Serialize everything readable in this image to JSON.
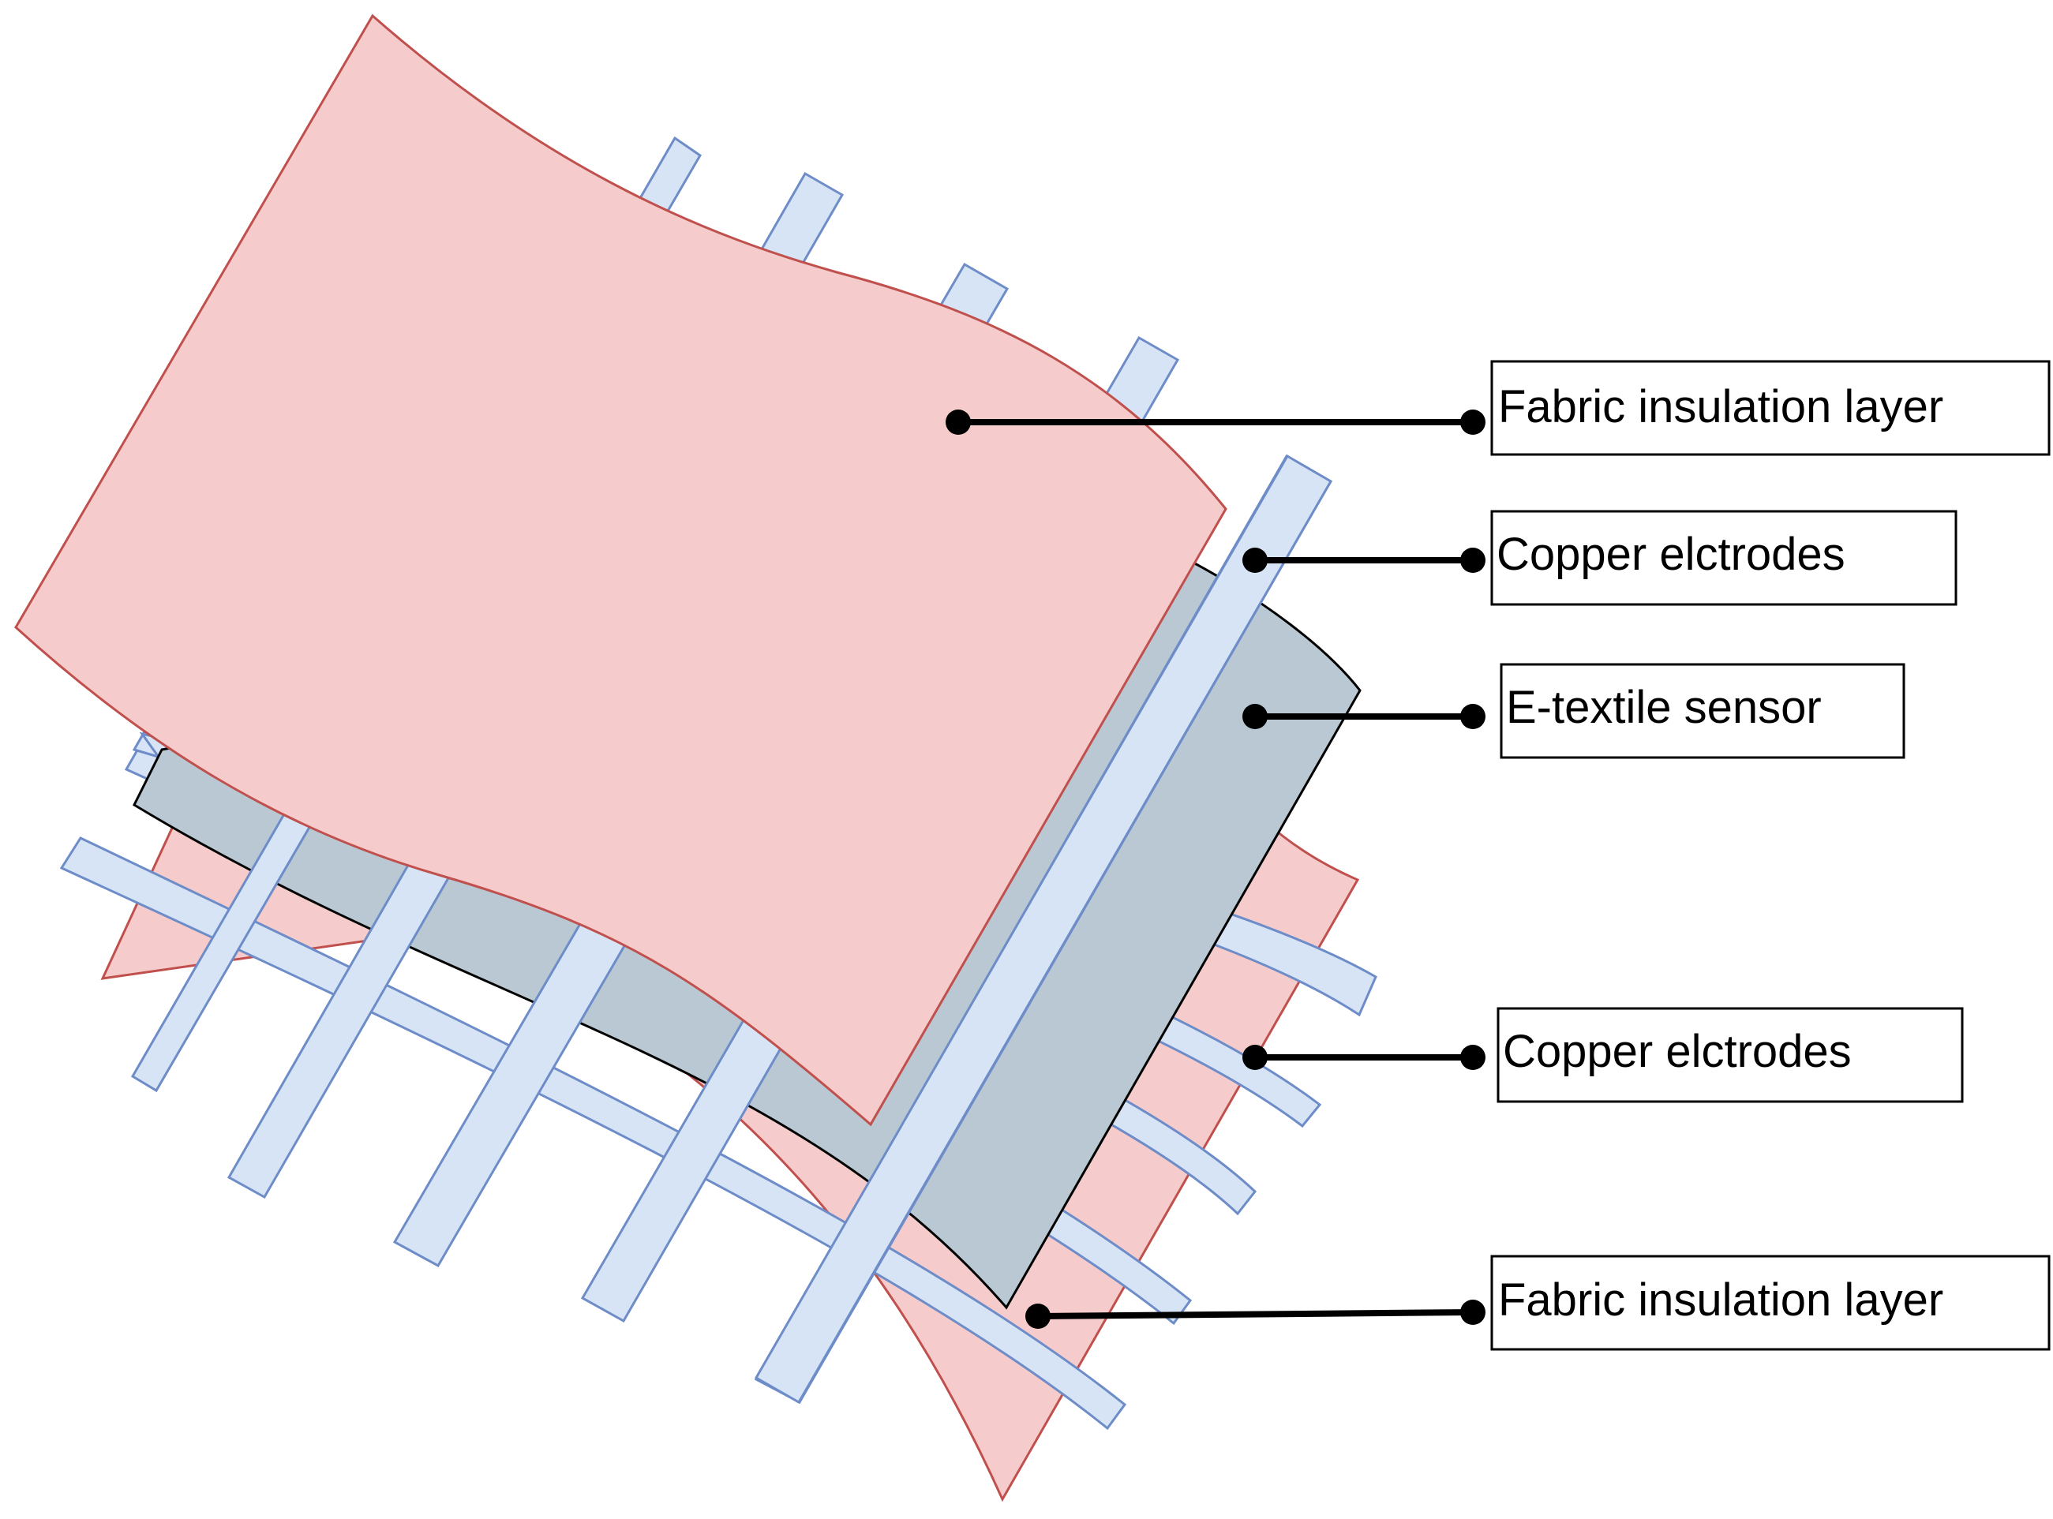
{
  "labels": {
    "top_insulation": "Fabric insulation layer",
    "top_electrodes": "Copper elctrodes",
    "sensor": "E-textile sensor",
    "bottom_electrodes": "Copper elctrodes",
    "bottom_insulation": "Fabric insulation layer"
  },
  "colors": {
    "insulation_fill": "#f5cccb",
    "insulation_stroke": "#c0504d",
    "electrode_fill": "#d6e4f6",
    "electrode_stroke": "#6d8cc8",
    "sensor_fill": "#b9c8d2",
    "sensor_stroke": "#000000",
    "leader": "#000000"
  }
}
